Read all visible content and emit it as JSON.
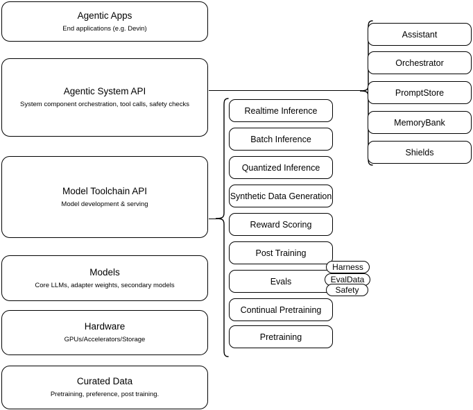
{
  "diagram": {
    "title": "Agentic stack layer diagram",
    "stroke_color": "#000000",
    "background_color": "#ffffff"
  },
  "layers": [
    {
      "title": "Agentic Apps",
      "subtitle": "End applications (e.g. Devin)"
    },
    {
      "title": "Agentic System API",
      "subtitle": "System component orchestration, tool calls, safety checks"
    },
    {
      "title": "Model Toolchain API",
      "subtitle": "Model development & serving"
    },
    {
      "title": "Models",
      "subtitle": "Core LLMs, adapter weights, secondary models"
    },
    {
      "title": "Hardware",
      "subtitle": "GPUs/Accelerators/Storage"
    },
    {
      "title": "Curated Data",
      "subtitle": "Pretraining, preference, post training."
    }
  ],
  "agentic_system_components": [
    {
      "label": "Assistant"
    },
    {
      "label": "Orchestrator"
    },
    {
      "label": "PromptStore"
    },
    {
      "label": "MemoryBank"
    },
    {
      "label": "Shields"
    }
  ],
  "model_toolchain_components": [
    {
      "label": "Realtime Inference"
    },
    {
      "label": "Batch Inference"
    },
    {
      "label": "Quantized Inference"
    },
    {
      "label": "Synthetic Data Generation"
    },
    {
      "label": "Reward Scoring"
    },
    {
      "label": "Post Training"
    },
    {
      "label": "Evals"
    },
    {
      "label": "Continual Pretraining"
    },
    {
      "label": "Pretraining"
    }
  ],
  "evals_subcomponents": [
    {
      "label": "Harness"
    },
    {
      "label": "EvalData"
    },
    {
      "label": "Safety"
    }
  ]
}
